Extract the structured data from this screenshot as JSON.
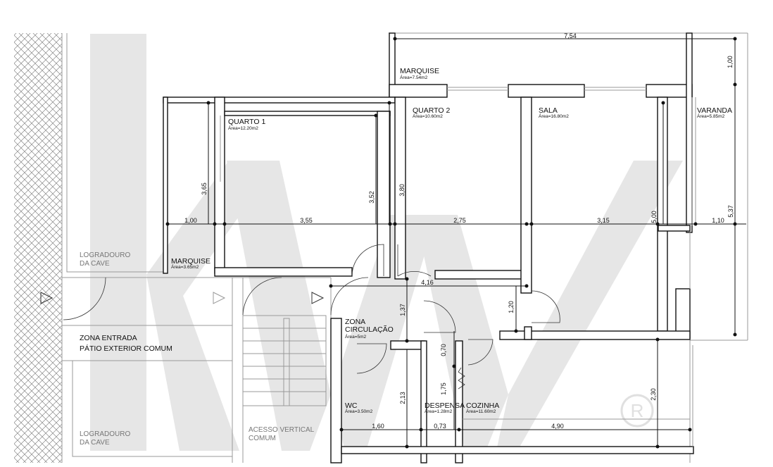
{
  "colors": {
    "wall": "#111111",
    "watermark": "#e8e8e8",
    "hatch": "#888888"
  },
  "rooms": {
    "quarto1": {
      "name": "QUARTO 1",
      "area": "Área=12.20m2"
    },
    "quarto2": {
      "name": "QUARTO 2",
      "area": "Área=10.60m2"
    },
    "sala": {
      "name": "SALA",
      "area": "Área=16.80m2"
    },
    "varanda": {
      "name": "VARANDA",
      "area": "Área=5.85m2"
    },
    "marquise_top": {
      "name": "MARQUISE",
      "area": "Área=7.54m2"
    },
    "marquise_left": {
      "name": "MARQUISE",
      "area": "Área=3.65m2"
    },
    "zona_circ": {
      "name_line1": "ZONA",
      "name_line2": "CIRCULAÇÃO",
      "area": "Área=5m2"
    },
    "wc": {
      "name": "WC",
      "area": "Área=3.50m2"
    },
    "despensa": {
      "name": "DESPENSA",
      "area": "Área=1.28m2"
    },
    "cozinha": {
      "name": "COZINHA",
      "area": "Área=11.60m2"
    }
  },
  "exterior": {
    "logradouro_top": {
      "line1": "LOGRADOURO",
      "line2": "DA CAVE"
    },
    "logradouro_bottom": {
      "line1": "LOGRADOURO",
      "line2": "DA CAVE"
    },
    "zona_entrada": {
      "line1": "ZONA ENTRADA",
      "line2": "PÁTIO EXTERIOR COMUM"
    },
    "acesso": {
      "line1": "ACESSO VERTICAL",
      "line2": "COMUM"
    }
  },
  "dimensions": {
    "d_754": "7,54",
    "d_100v": "1,00",
    "d_100": "1,00",
    "d_355": "3,55",
    "d_275": "2,75",
    "d_315": "3,15",
    "d_110": "1,10",
    "d_365": "3,65",
    "d_352": "3,52",
    "d_380": "3,80",
    "d_500": "5,00",
    "d_537": "5,37",
    "d_416": "4,16",
    "d_137": "1,37",
    "d_120": "1,20",
    "d_070": "0,70",
    "d_175": "1,75",
    "d_213": "2,13",
    "d_230": "2,30",
    "d_160": "1,60",
    "d_073": "0,73",
    "d_490": "4,90"
  },
  "watermark": {
    "registered": "R"
  }
}
